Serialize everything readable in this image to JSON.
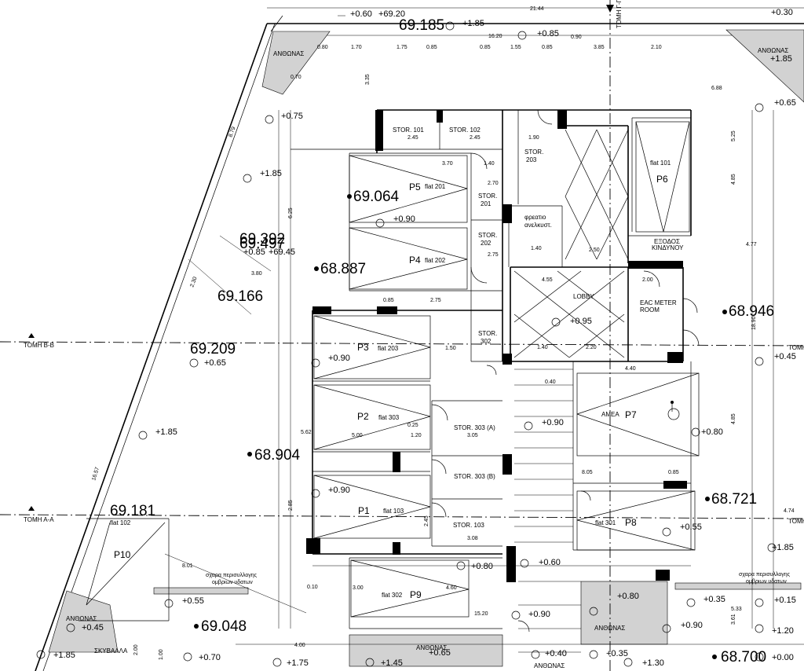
{
  "sections": {
    "bb": "ΤΟΜΗ Β-Β",
    "aa": "ΤΟΜΗ Α-Α",
    "gg": "ΤΟΜΗ Γ-Γ"
  },
  "elevations": {
    "e1": "69.185",
    "e2": "69.064",
    "e3": "69.392",
    "e4": "69.497",
    "e5": "68.887",
    "e6": "69.166",
    "e7": "69.209",
    "e8": "68.946",
    "e9": "68.904",
    "e10": "68.721",
    "e11": "69.181",
    "e12": "69.048",
    "e13": "68.700"
  },
  "levels": {
    "l1": "+0.60",
    "l2": "+69.20",
    "l3": "+1.85",
    "l4": "+0.30",
    "l5": "+0.85",
    "l6": "+1.85",
    "l7": "+0.65",
    "l8": "+0.75",
    "l9": "+1.85",
    "l10": "+0.90",
    "l11": "+0.85",
    "l12": "+69.45",
    "l13": "+0.95",
    "l14": "+0.45",
    "l15": "+0.90",
    "l16": "+0.65",
    "l17": "+1.85",
    "l18": "+0.90",
    "l19": "+0.80",
    "l20": "+0.90",
    "l21": "+0.55",
    "l22": "+1.85",
    "l23": "+0.80",
    "l24": "+0.60",
    "l25": "+0.55",
    "l26": "+0.80",
    "l27": "+0.35",
    "l28": "+0.15",
    "l29": "+0.90",
    "l30": "+0.90",
    "l31": "+0.45",
    "l32": "+1.20",
    "l33": "+1.85",
    "l34": "+0.70",
    "l35": "+1.75",
    "l36": "+0.65",
    "l37": "+1.45",
    "l38": "+0.40",
    "l39": "+0.35",
    "l40": "+1.30",
    "l41": "+0.00"
  },
  "parking": {
    "p1": "P1",
    "p2": "P2",
    "p3": "P3",
    "p4": "P4",
    "p5": "P5",
    "p6": "P6",
    "p7": "P7",
    "p8": "P8",
    "p9": "P9",
    "p10": "P10"
  },
  "flats": {
    "f201a": "flat 201",
    "f202a": "flat 202",
    "f203": "flat 203",
    "f303": "flat 303",
    "f103": "flat 103",
    "f102": "flat 102",
    "f302": "flat 302",
    "f301": "flat 301",
    "f101": "flat 101"
  },
  "rooms": {
    "stor101": "STOR. 101",
    "stor102": "STOR. 102",
    "stor203": "STOR.",
    "stor203b": "203",
    "stor201": "STOR.",
    "stor201b": "201",
    "stor202": "STOR.",
    "stor202b": "202",
    "stor302": "STOR.",
    "stor302b": "302",
    "stor303a": "STOR. 303 (A)",
    "stor303b": "STOR. 303 (B)",
    "stor103": "STOR. 103",
    "freatio": "φρεατιο",
    "freatio2": "ανελκυστ.",
    "lobby": "LOBBY",
    "exodos": "ΕΞΟΔΟΣ",
    "kindynou": "ΚΙΝΔΥΝΟΥ",
    "eac": "EAC METER",
    "eac2": "ROOM",
    "amea": "ΑΜΕΑ",
    "anthon1": "ΑΝΘΩΝΑΣ",
    "anthon2": "ΑΝΘΩΝΑΣ",
    "anthon3": "ΑΝΘΩΝΑΣ",
    "anthon4": "ΑΝΘΩΝΑΣ",
    "anthon5": "ΑΝΘΩΝΑΣ",
    "anthon6": "ΑΝΘΩΝΑΣ",
    "skyvalla": "ΣΚΥΒΑΛΛΑ",
    "water1": "σχαρα περισυλλογης",
    "water2": "ομβριων υδατων",
    "water3": "σχαρα περισυλλογης",
    "water4": "ομβριων υδατων"
  },
  "dims": {
    "d01": "21.44",
    "d02": "16.20",
    "d03": "0.80",
    "d04": "1.70",
    "d05": "1.75",
    "d06": "0.85",
    "d07": "0.85",
    "d08": "1.55",
    "d09": "0.85",
    "d10": "0.90",
    "d11": "3.85",
    "d12": "2.10",
    "d13": "6.88",
    "d14": "2.45",
    "d15": "2.45",
    "d16": "1.90",
    "d17": "3.70",
    "d18": "1.40",
    "d19": "2.70",
    "d20": "2.75",
    "d21": "1.40",
    "d22": "2.50",
    "d23": "4.55",
    "d24": "2.00",
    "d25": "0.85",
    "d26": "2.75",
    "d27": "1.50",
    "d28": "1.40",
    "d29": "2.20",
    "d30": "4.40",
    "d31": "0.40",
    "d32": "3.05",
    "d33": "0.25",
    "d34": "1.20",
    "d35": "5.00",
    "d36": "3.08",
    "d37": "8.05",
    "d38": "0.85",
    "d39": "3.00",
    "d40": "4.60",
    "d41": "15.20",
    "d42": "4.00",
    "d43": "0.10",
    "d44": "5.33",
    "d45": "4.74",
    "d46": "4.77",
    "d47": "4.85",
    "d48": "18.90",
    "d49": "16.57",
    "d50": "8.01",
    "d51": "8.79",
    "d52": "5.25",
    "d53": "4.85",
    "d54": "3.61",
    "d55": "1.00",
    "d56": "2.00",
    "d57": "6.25",
    "d58": "3.35",
    "d59": "3.80",
    "d60": "2.30",
    "d61": "5.62",
    "d62": "0.70",
    "d63": "2.45",
    "d64": "2.85"
  }
}
